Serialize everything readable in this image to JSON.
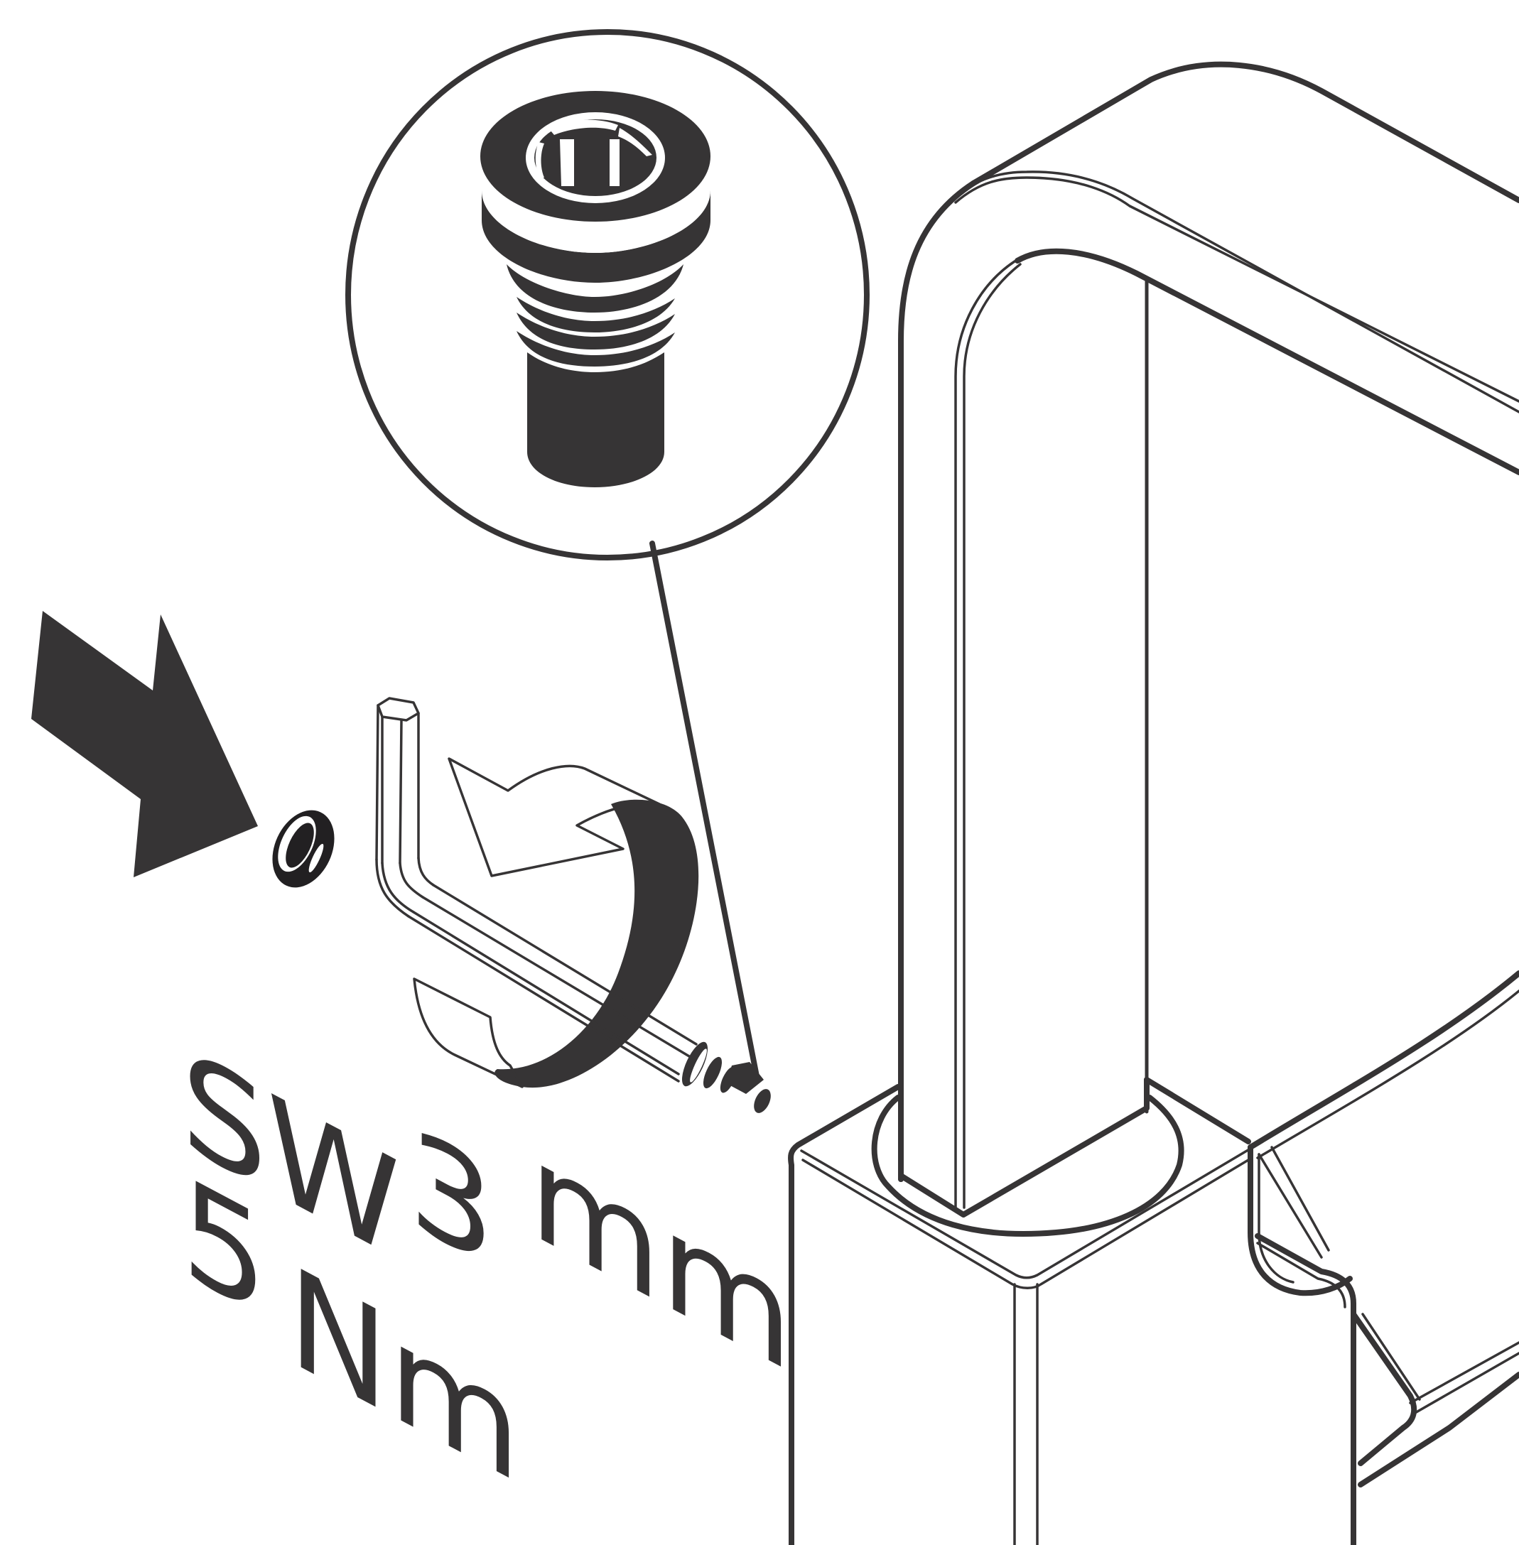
{
  "figure": {
    "type": "assembly-instruction-illustration",
    "colors": {
      "ink": "#363435",
      "background": "#ffffff"
    },
    "callout": {
      "subject": "hex-socket-screw-detail"
    },
    "labels": {
      "tool_size_prefix": "SW",
      "tool_size_value": "3",
      "tool_size_unit": "mm",
      "torque_value": "5",
      "torque_unit": "Nm"
    },
    "icons": {
      "direction_arrow": "arrow-icon",
      "rotation_arrow": "rotate-clockwise-icon",
      "hex_key": "hex-key-icon",
      "screw_cap": "cap-plug-icon",
      "screw": "hex-socket-screw-icon",
      "faucet": "faucet-icon"
    }
  }
}
